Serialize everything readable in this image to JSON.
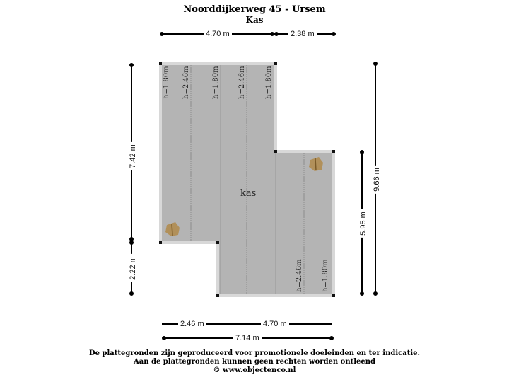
{
  "header": {
    "title": "Noorddijkerweg 45 - Ursem",
    "subtitle": "Kas"
  },
  "room": {
    "name": "kas",
    "ceiling_heights_top": [
      "h=1.80m",
      "h=2.46m",
      "h=1.80m",
      "h=2.46m",
      "h=1.80m"
    ],
    "ceiling_heights_bottom": [
      "h=2.46m",
      "h=1.80m"
    ]
  },
  "dimensions": {
    "top_left": "4.70 m",
    "top_right": "2.38 m",
    "left_upper": "7.42 m",
    "left_lower": "2.22 m",
    "right_inner": "5.95 m",
    "right_outer": "9.66 m",
    "bottom_left": "2.46 m",
    "bottom_right": "4.70 m",
    "bottom_total": "7.14 m"
  },
  "colors": {
    "floor": "#b4b4b4",
    "wall": "#d6d6d6",
    "background": "#ffffff",
    "door_icon": "#b08a4a"
  },
  "footer": {
    "line1": "De plattegronden zijn geproduceerd voor promotionele doeleinden en ter indicatie.",
    "line2": "Aan de plattegronden kunnen geen rechten worden ontleend",
    "line3": "© www.objectenco.nl"
  }
}
